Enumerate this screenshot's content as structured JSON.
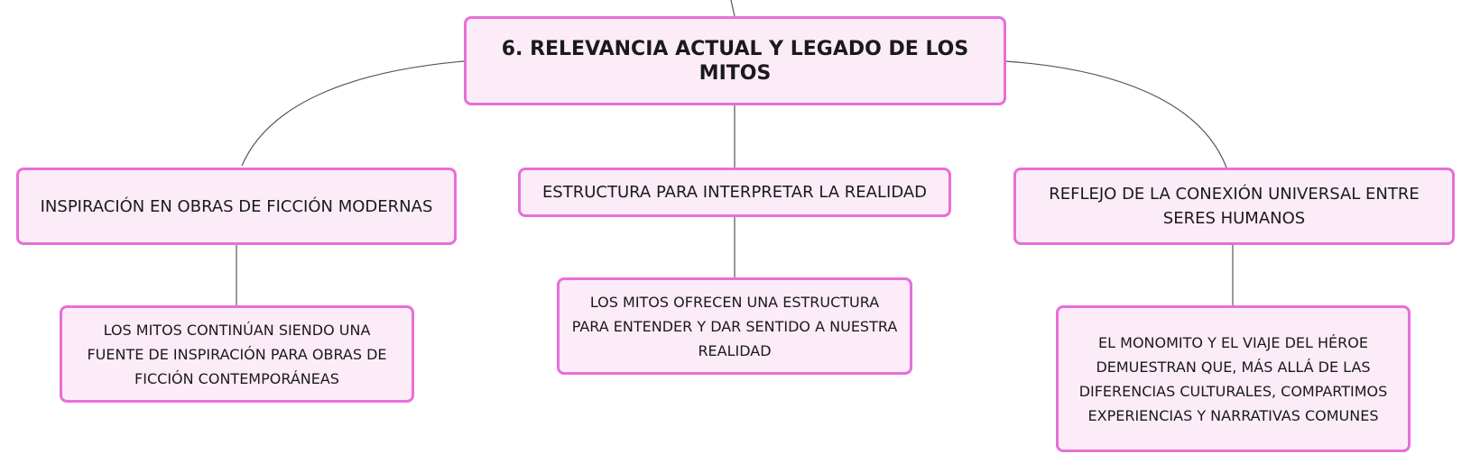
{
  "diagram": {
    "root": {
      "label": "6. RELEVANCIA ACTUAL Y LEGADO DE LOS MITOS"
    },
    "branches": [
      {
        "label": "INSPIRACIÓN EN OBRAS DE FICCIÓN MODERNAS",
        "child": "LOS MITOS CONTINÚAN SIENDO UNA FUENTE DE INSPIRACIÓN PARA OBRAS DE FICCIÓN CONTEMPORÁNEAS"
      },
      {
        "label": "ESTRUCTURA PARA INTERPRETAR LA REALIDAD",
        "child": "LOS MITOS OFRECEN UNA ESTRUCTURA PARA ENTENDER Y DAR SENTIDO A NUESTRA REALIDAD"
      },
      {
        "label": "REFLEJO DE LA CONEXIÓN UNIVERSAL ENTRE SERES HUMANOS",
        "child": "EL MONOMITO Y EL VIAJE DEL HÉROE DEMUESTRAN QUE, MÁS ALLÁ DE LAS DIFERENCIAS CULTURALES, COMPARTIMOS EXPERIENCIAS Y NARRATIVAS COMUNES"
      }
    ],
    "colors": {
      "node_fill": "#fcecf8",
      "node_border": "#e66fd8",
      "edge": "#555555"
    }
  }
}
